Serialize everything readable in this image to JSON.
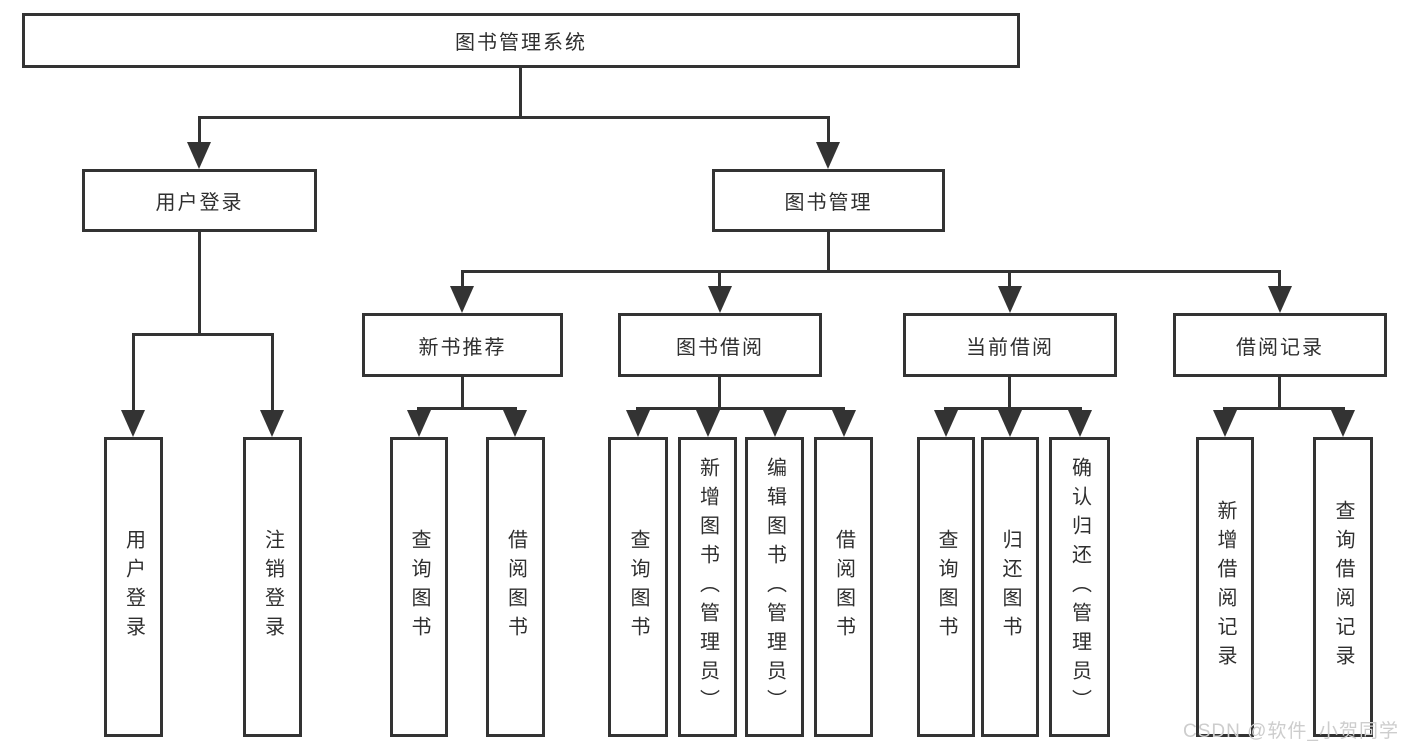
{
  "tree": {
    "root": {
      "label": "图书管理系统",
      "children": [
        {
          "label": "用户登录",
          "children": [
            {
              "label": "用户登录"
            },
            {
              "label": "注销登录"
            }
          ]
        },
        {
          "label": "图书管理",
          "children": [
            {
              "label": "新书推荐",
              "children": [
                {
                  "label": "查询图书"
                },
                {
                  "label": "借阅图书"
                }
              ]
            },
            {
              "label": "图书借阅",
              "children": [
                {
                  "label": "查询图书"
                },
                {
                  "label": "新增图书（管理员）"
                },
                {
                  "label": "编辑图书（管理员）"
                },
                {
                  "label": "借阅图书"
                }
              ]
            },
            {
              "label": "当前借阅",
              "children": [
                {
                  "label": "查询图书"
                },
                {
                  "label": "归还图书"
                },
                {
                  "label": "确认归还（管理员）"
                }
              ]
            },
            {
              "label": "借阅记录",
              "children": [
                {
                  "label": "新增借阅记录"
                },
                {
                  "label": "查询借阅记录"
                }
              ]
            }
          ]
        }
      ]
    }
  },
  "watermark": {
    "text": "CSDN @软件_小贺同学"
  },
  "colors": {
    "stroke": "#333333",
    "background": "#ffffff",
    "watermark": "#cdcdcd"
  }
}
